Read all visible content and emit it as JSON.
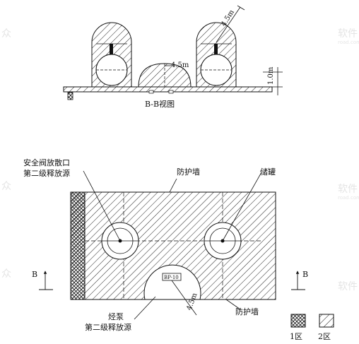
{
  "top_view": {
    "caption": "B-B视图",
    "dim_radius_top": "4.5m",
    "dim_radius_pump": "4.5m",
    "dim_height": "1.0m"
  },
  "plan_view": {
    "label_valve_line1": "安全阀放散口",
    "label_valve_line2": "第二级释放源",
    "label_wall_top": "防护墙",
    "label_tank": "储罐",
    "label_pump_line1": "烃泵",
    "label_pump_line2": "第二级释放源",
    "label_wall_bottom": "防护墙",
    "pump_tag": "BP-10",
    "dim_radius": "4.5m",
    "section_mark_left": "B",
    "section_mark_right": "B"
  },
  "legend": {
    "zone1": "1区",
    "zone2": "2区"
  },
  "watermarks": {
    "text_a": "众",
    "text_b": "软件",
    "text_url": "road.com"
  }
}
